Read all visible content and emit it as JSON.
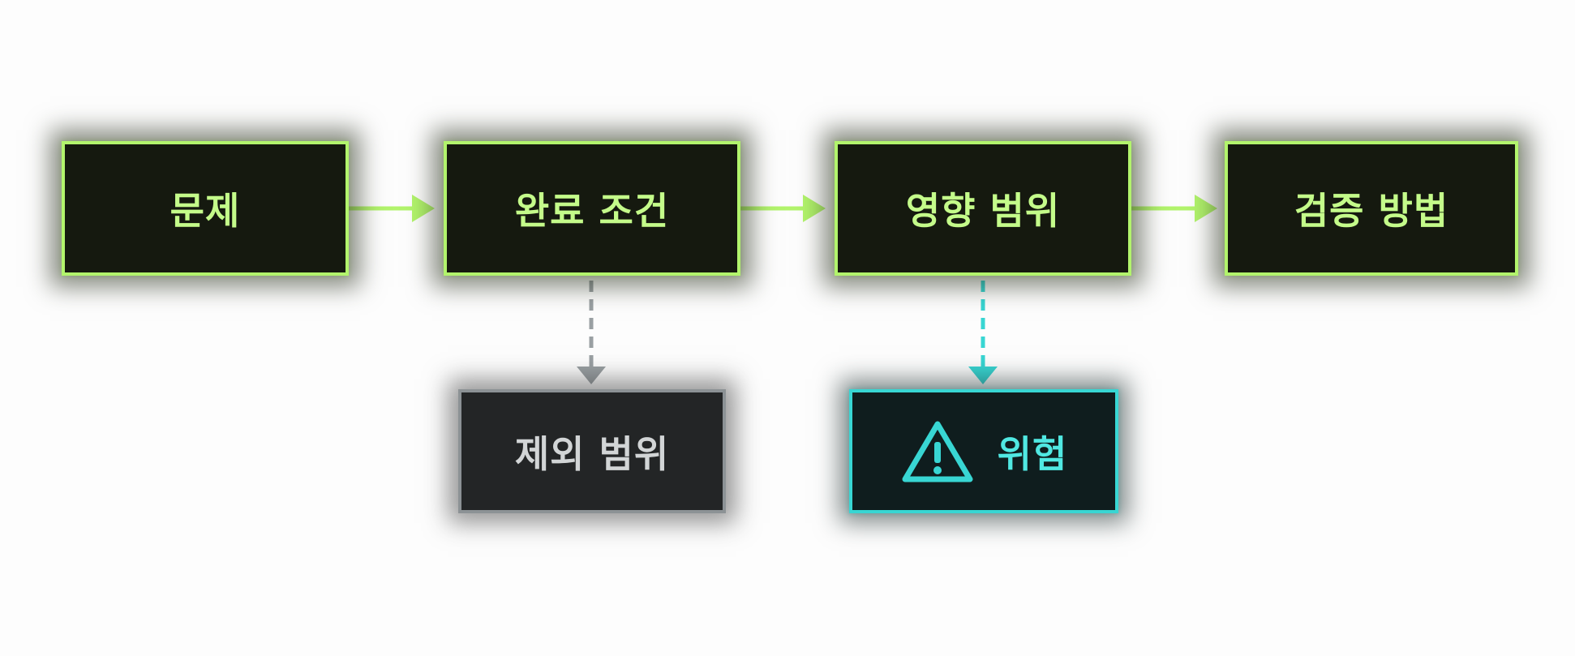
{
  "diagram": {
    "nodes": {
      "problem": {
        "label": "문제"
      },
      "done_condition": {
        "label": "완료 조건"
      },
      "impact_scope": {
        "label": "영향 범위"
      },
      "verification": {
        "label": "검증 방법"
      },
      "exclusion_scope": {
        "label": "제외 범위"
      },
      "risk": {
        "label": "위험",
        "icon": "warning-triangle-icon"
      }
    },
    "edges": [
      {
        "from": "problem",
        "to": "done_condition",
        "style": "solid"
      },
      {
        "from": "done_condition",
        "to": "impact_scope",
        "style": "solid"
      },
      {
        "from": "impact_scope",
        "to": "verification",
        "style": "solid"
      },
      {
        "from": "done_condition",
        "to": "exclusion_scope",
        "style": "dashed"
      },
      {
        "from": "impact_scope",
        "to": "risk",
        "style": "dashed"
      }
    ],
    "colors": {
      "primary": "#b2f46c",
      "muted": "#8c9295",
      "risk": "#38d6d3",
      "node_fill": "#15190f"
    }
  }
}
